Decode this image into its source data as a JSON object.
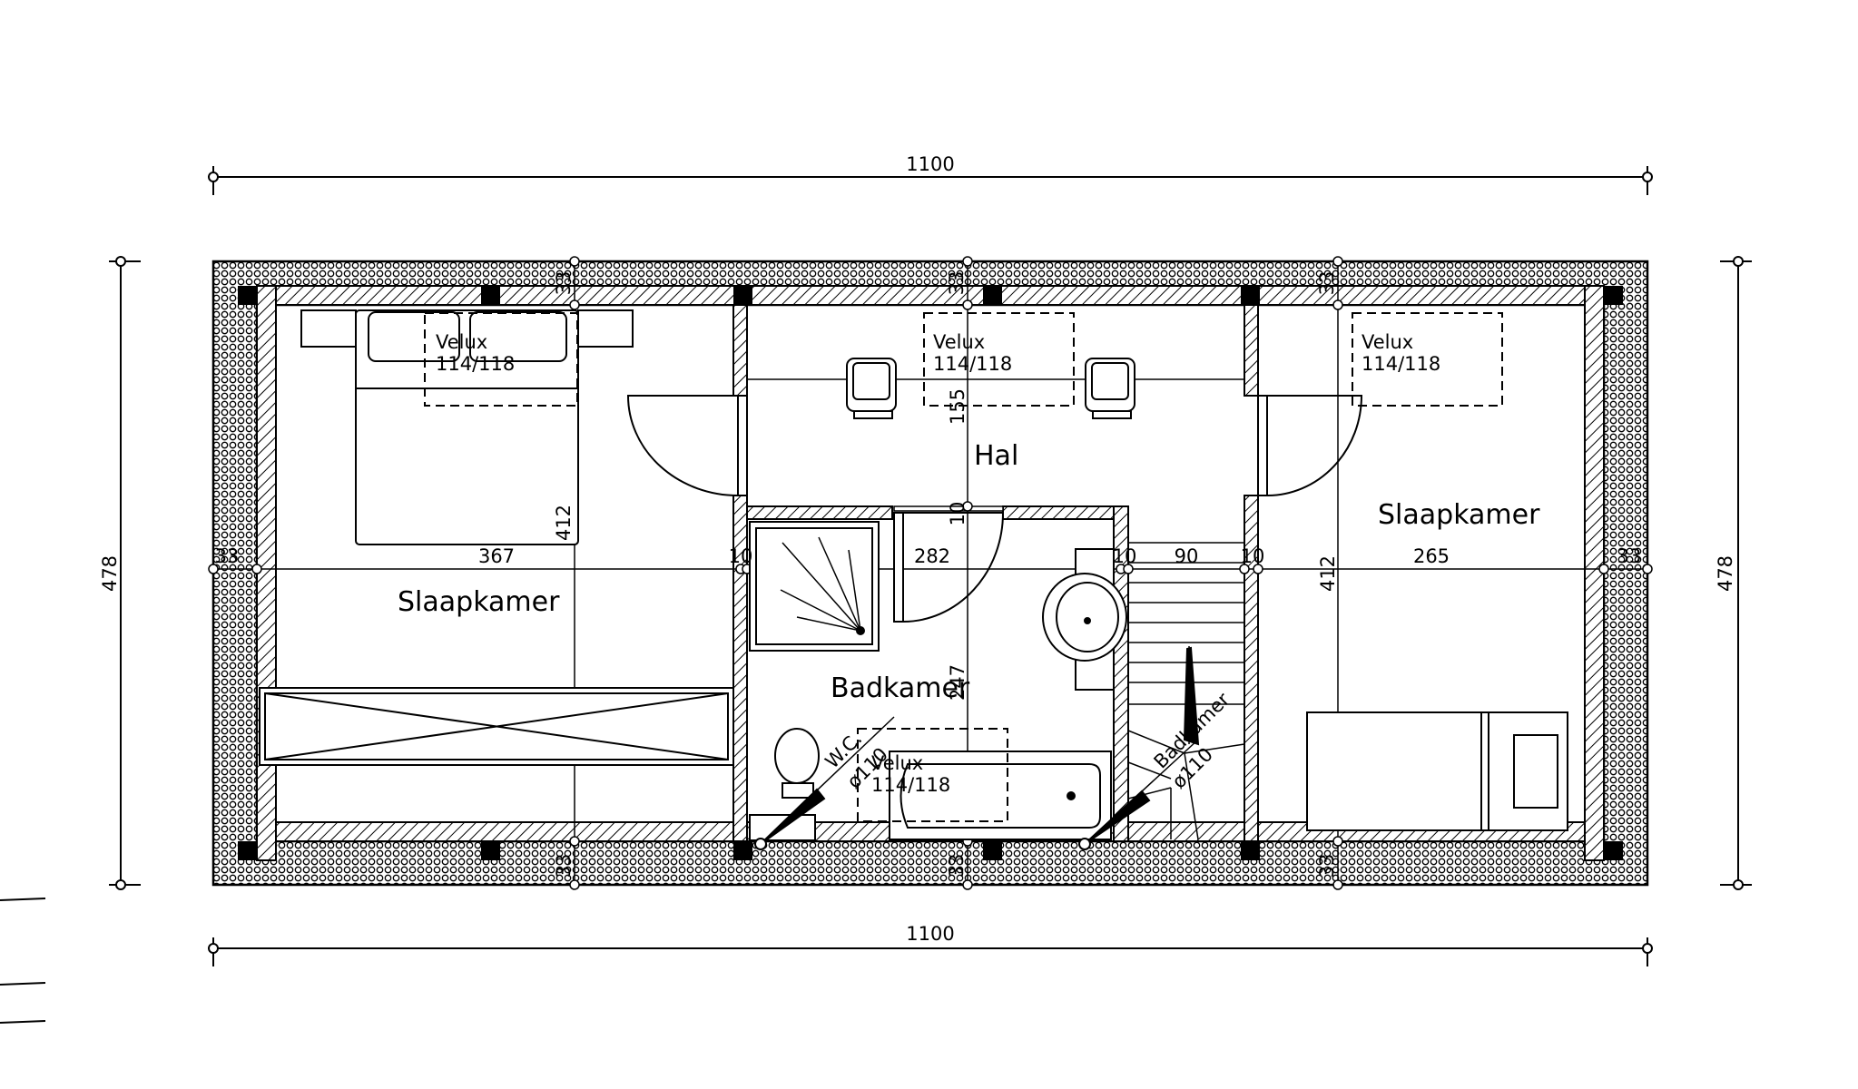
{
  "dimensions": {
    "top_width": "1100",
    "bottom_width": "1100",
    "left_height": "478",
    "right_height": "478",
    "wall_outer": "33",
    "room_left_width": "367",
    "room_left_depth": "412",
    "partition": "10",
    "bath_width": "282",
    "stair_width": "90",
    "room_right_width": "265",
    "room_right_depth": "412",
    "hall_depth": "155",
    "bath_depth": "247"
  },
  "rooms": {
    "bedroom_left": "Slaapkamer",
    "bedroom_right": "Slaapkamer",
    "hall": "Hal",
    "bathroom": "Badkamer"
  },
  "skylights": {
    "brand": "Velux",
    "size": "114/118"
  },
  "drains": {
    "wc_label": "W.C.",
    "wc_diameter": "ø110",
    "bath_label": "Badkamer",
    "bath_diameter": "ø110"
  }
}
